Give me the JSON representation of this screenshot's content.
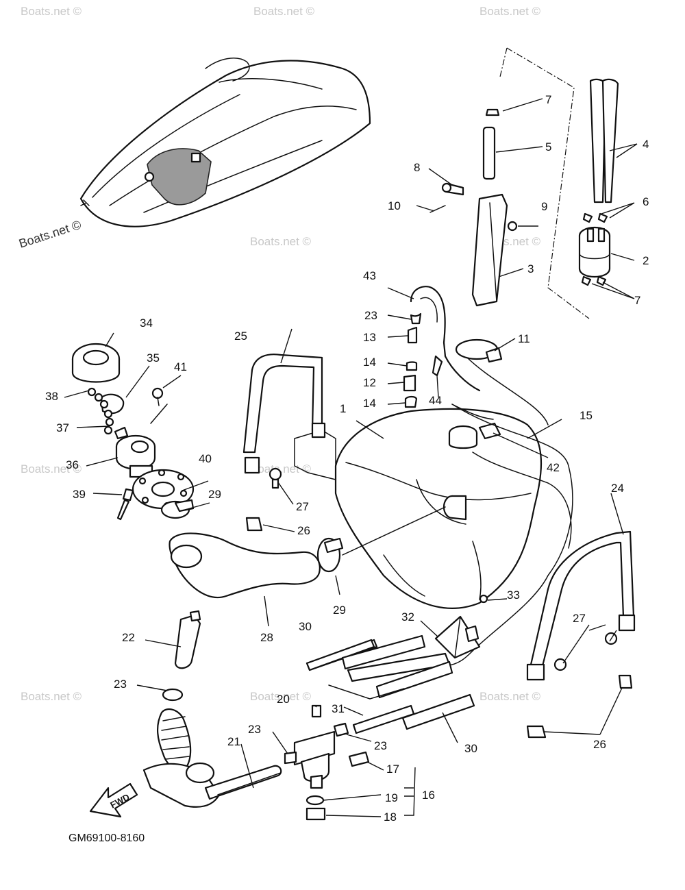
{
  "diagram": {
    "part_code": "GM69100-8160",
    "direction_label": "FWD",
    "watermark_primary": "Boats.net ©",
    "watermark_faint": "Boats.net ©",
    "callouts": {
      "c1": "1",
      "c2": "2",
      "c3": "3",
      "c4": "4",
      "c5": "5",
      "c6": "6",
      "c7a": "7",
      "c7b": "7",
      "c8": "8",
      "c9": "9",
      "c10": "10",
      "c11": "11",
      "c12": "12",
      "c13": "13",
      "c14a": "14",
      "c14b": "14",
      "c15": "15",
      "c16": "16",
      "c17": "17",
      "c18": "18",
      "c19": "19",
      "c20": "20",
      "c21": "21",
      "c22": "22",
      "c23a": "23",
      "c23b": "23",
      "c23c": "23",
      "c23d": "23",
      "c24": "24",
      "c25": "25",
      "c26a": "26",
      "c26b": "26",
      "c27a": "27",
      "c27b": "27",
      "c28": "28",
      "c29a": "29",
      "c29b": "29",
      "c30a": "30",
      "c30b": "30",
      "c31": "31",
      "c32": "32",
      "c33": "33",
      "c34": "34",
      "c35": "35",
      "c36": "36",
      "c37": "37",
      "c38": "38",
      "c39": "39",
      "c40": "40",
      "c41": "41",
      "c42": "42",
      "c43": "43",
      "c44": "44"
    }
  }
}
